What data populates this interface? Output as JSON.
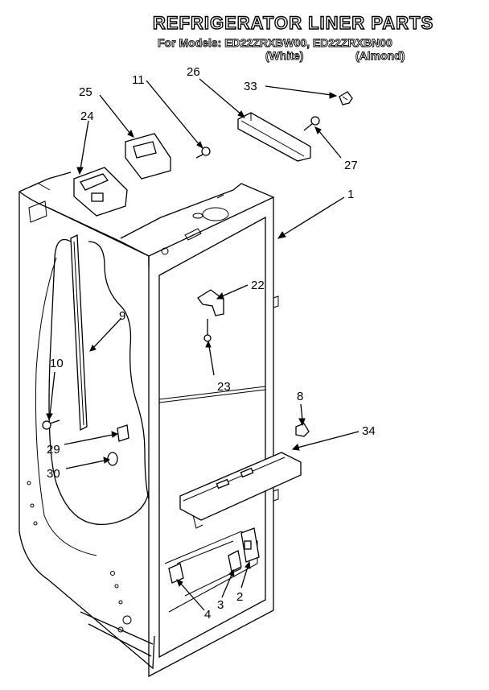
{
  "header": {
    "title": "REFRIGERATOR LINER PARTS",
    "models": "For Models: ED22ZRXBW00, ED22ZRXBN00",
    "finish_white": "(White)",
    "finish_almond": "(Almond)"
  },
  "callouts": [
    {
      "id": "c1",
      "label": "1"
    },
    {
      "id": "c2",
      "label": "2"
    },
    {
      "id": "c3",
      "label": "3"
    },
    {
      "id": "c4",
      "label": "4"
    },
    {
      "id": "c8",
      "label": "8"
    },
    {
      "id": "c9",
      "label": "9"
    },
    {
      "id": "c10",
      "label": "10"
    },
    {
      "id": "c11",
      "label": "11"
    },
    {
      "id": "c22",
      "label": "22"
    },
    {
      "id": "c23",
      "label": "23"
    },
    {
      "id": "c24",
      "label": "24"
    },
    {
      "id": "c25",
      "label": "25"
    },
    {
      "id": "c26",
      "label": "26"
    },
    {
      "id": "c27",
      "label": "27"
    },
    {
      "id": "c29",
      "label": "29"
    },
    {
      "id": "c30",
      "label": "30"
    },
    {
      "id": "c33",
      "label": "33"
    },
    {
      "id": "c34",
      "label": "34"
    }
  ]
}
